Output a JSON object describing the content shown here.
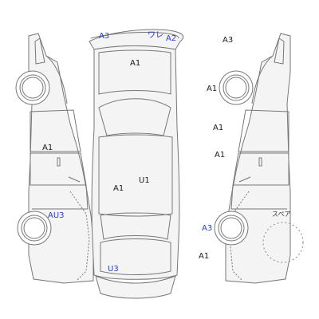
{
  "colors": {
    "outline": "#777777",
    "fill_light": "#f4f4f4",
    "text_normal": "#1a1a1a",
    "text_highlight": "#2a3fc7"
  },
  "labels": {
    "rear_left_a3": "A3",
    "rear_ware": "ワレ",
    "rear_right_a2": "A2",
    "right_top_a3": "A3",
    "trunk_a1": "A1",
    "right_rear_door_a1": "A1",
    "left_side_a1": "A1",
    "right_front_door_a1": "A1",
    "right_front_door_lower_a1": "A1",
    "roof_u1": "U1",
    "roof_a1": "A1",
    "left_front_au3": "AU3",
    "right_front_a3": "A3",
    "right_front_low_a1": "A1",
    "front_u3": "U3",
    "spare_label": "スペア"
  }
}
